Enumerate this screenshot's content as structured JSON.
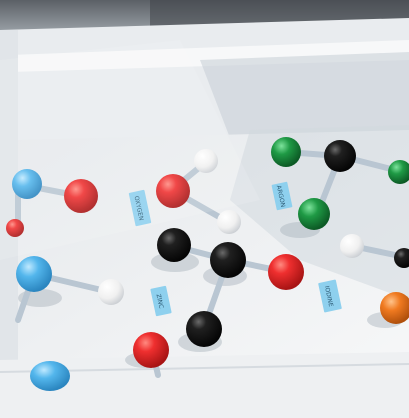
{
  "image": {
    "subject": "molecular model kit",
    "colors": {
      "tray": "#eceef0",
      "tray_frame": "#dfe3e7",
      "shadow": "#b9c2ca",
      "hydrogen": "#f4f4f4",
      "oxygen": "#e52a2a",
      "carbon": "#141414",
      "nitrogen_blue": "#4eb3ea",
      "chlorine_green": "#1f9a45",
      "orange_atom": "#f07a20",
      "bond_stick": "#b9c6d2",
      "label_card": "#8ed0ee"
    }
  },
  "labels": {
    "label_1": "OXYGEN",
    "label_2": "ZINC",
    "label_3": "IODINE",
    "label_4": "ARGON"
  }
}
